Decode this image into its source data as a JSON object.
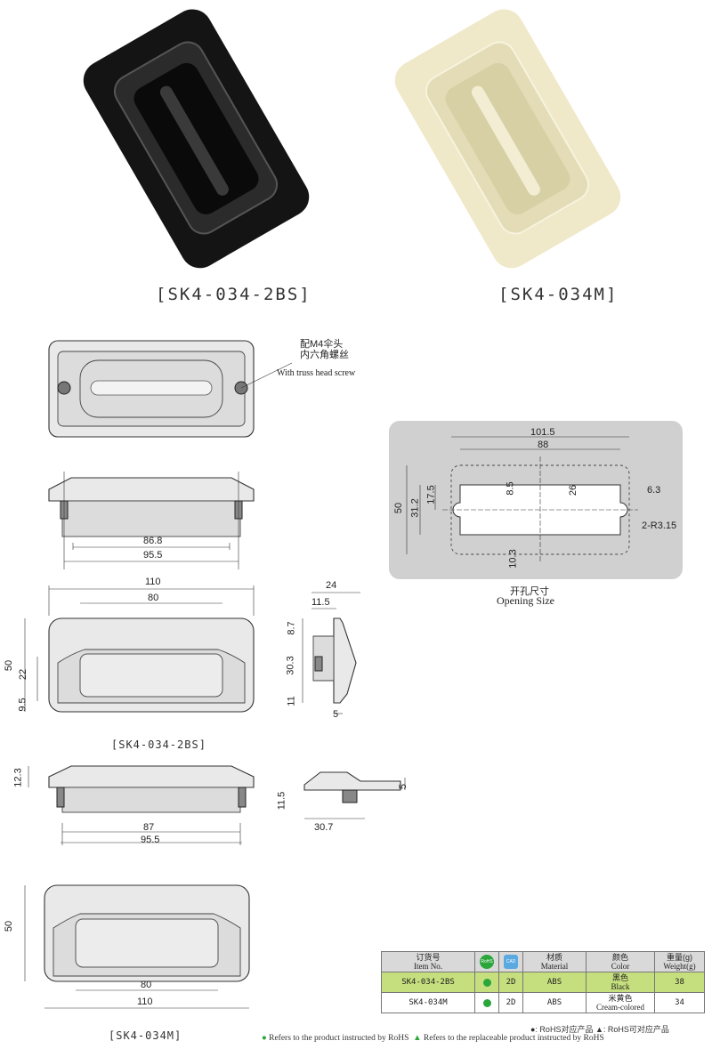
{
  "products": {
    "black_caption": "[SK4-034-2BS]",
    "cream_caption": "[SK4-034M]"
  },
  "drawing_labels": {
    "screw_cn_line1": "配M4伞头",
    "screw_cn_line2": "内六角螺丝",
    "screw_en": "With truss head screw",
    "opening_cn": "开孔尺寸",
    "opening_en": "Opening Size",
    "bs_caption": "[SK4-034-2BS]",
    "m_caption": "[SK4-034M]"
  },
  "dimensions": {
    "side1_a": "86.8",
    "side1_b": "95.5",
    "front_w": "110",
    "front_inner": "80",
    "front_h": "50",
    "front_22": "22",
    "front_95": "9.5",
    "prof_24": "24",
    "prof_115": "11.5",
    "prof_87": "8.7",
    "prof_303": "30.3",
    "prof_11": "11",
    "prof_5": "5",
    "side2_123": "12.3",
    "side2_87": "87",
    "side2_955": "95.5",
    "prof2_115": "11.5",
    "prof2_5": "5",
    "prof2_307": "30.7",
    "m_50": "50",
    "m_80": "80",
    "m_110": "110",
    "open_1015": "101.5",
    "open_88": "88",
    "open_50": "50",
    "open_312": "31.2",
    "open_175": "17.5",
    "open_85": "8.5",
    "open_26": "26",
    "open_63": "6.3",
    "open_r": "2-R3.15",
    "open_103": "10.3"
  },
  "spec_table": {
    "headers": {
      "item_cn": "订货号",
      "item_en": "Item No.",
      "rohs": "RoHS",
      "cad": "CAD",
      "material_cn": "材质",
      "material_en": "Material",
      "color_cn": "颜色",
      "color_en": "Color",
      "weight_cn": "重量(g)",
      "weight_en": "Weight(g)"
    },
    "rows": [
      {
        "item": "SK4-034-2BS",
        "cad": "2D",
        "material": "ABS",
        "color_cn": "黑色",
        "color_en": "Black",
        "weight": "38"
      },
      {
        "item": "SK4-034M",
        "cad": "2D",
        "material": "ABS",
        "color_cn": "米黄色",
        "color_en": "Cream-colored",
        "weight": "34"
      }
    ],
    "legend1": "●: RoHS对应产品   ▲: RoHS可对应产品",
    "legend2a": "Refers to the product instructed by RoHS",
    "legend2b": "Refers to the replaceable product instructed by RoHS"
  },
  "colors": {
    "highlight_row": "#c6df7e",
    "rohs_green": "#2aa63a",
    "cad_blue": "#5aa9e0",
    "handle_black": "#151515",
    "handle_cream": "#efe9c9"
  }
}
